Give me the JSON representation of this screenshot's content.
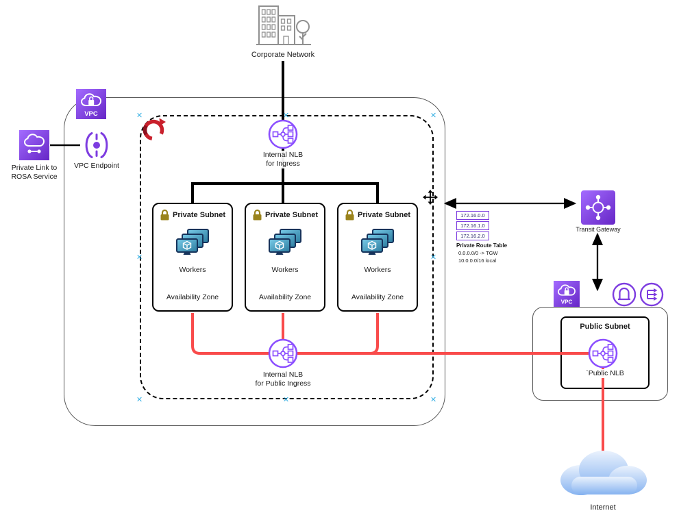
{
  "colors": {
    "purple": "#8C4FFF",
    "purple_deep": "#6626C6",
    "endpoint_purple": "#7D3CE0",
    "red_line": "#F94B4B",
    "openshift_red": "#C9202C",
    "gold_lock": "#9A831C",
    "teal_monitor": "#2C7C9F",
    "cloud_blue": "#85B2F0",
    "handle_blue": "#29ABE2",
    "line_black": "#000000"
  },
  "icons": {
    "corporate_network": "office-buildings",
    "vpc": "purple-square-cloud-lock",
    "private_link": "purple-square-cloud-link",
    "vpc_endpoint": "purple-gateway-brackets",
    "openshift": "red-circular-arrows-logo",
    "nlb": "purple-circle-load-balancer",
    "lock": "gold-padlock",
    "workers": "stacked-teal-monitors-with-cube",
    "transit_gateway": "purple-square-hub",
    "gateway_arch": "purple-circle-arch",
    "gateway_switch": "purple-circle-switch-arrows",
    "internet": "blue-cloud",
    "move_cursor": "four-way-arrow",
    "selection_handle": "blue-x"
  },
  "nodes": {
    "corporate_network": {
      "label": "Corporate Network"
    },
    "vpc_main": {
      "badge": "VPC"
    },
    "private_link": {
      "label": "Private Link to\nROSA Service"
    },
    "vpc_endpoint": {
      "label": "VPC Endpoint"
    },
    "internal_nlb_ingress": {
      "label": "Internal NLB\nfor Ingress"
    },
    "internal_nlb_public_ingress": {
      "label": "Internal NLB\nfor Public Ingress"
    },
    "transit_gateway": {
      "label": "Transit Gateway"
    },
    "vpc_public": {
      "badge": "VPC"
    },
    "public_subnet": {
      "title": "Public Subnet",
      "nlb_label": "`Public NLB"
    },
    "internet": {
      "label": "Internet"
    }
  },
  "private_subnets": [
    {
      "title": "Private Subnet",
      "workers_label": "Workers",
      "zone_label": "Availability Zone"
    },
    {
      "title": "Private Subnet",
      "workers_label": "Workers",
      "zone_label": "Availability Zone"
    },
    {
      "title": "Private Subnet",
      "workers_label": "Workers",
      "zone_label": "Availability Zone"
    }
  ],
  "route_table": {
    "entries": [
      "172.16.0.0",
      "172.16.1.0",
      "172.16.2.0"
    ],
    "title": "Private Route Table",
    "routes": [
      "0.0.0.0/0 -> TGW",
      "10.0.0.0/16 local"
    ]
  }
}
